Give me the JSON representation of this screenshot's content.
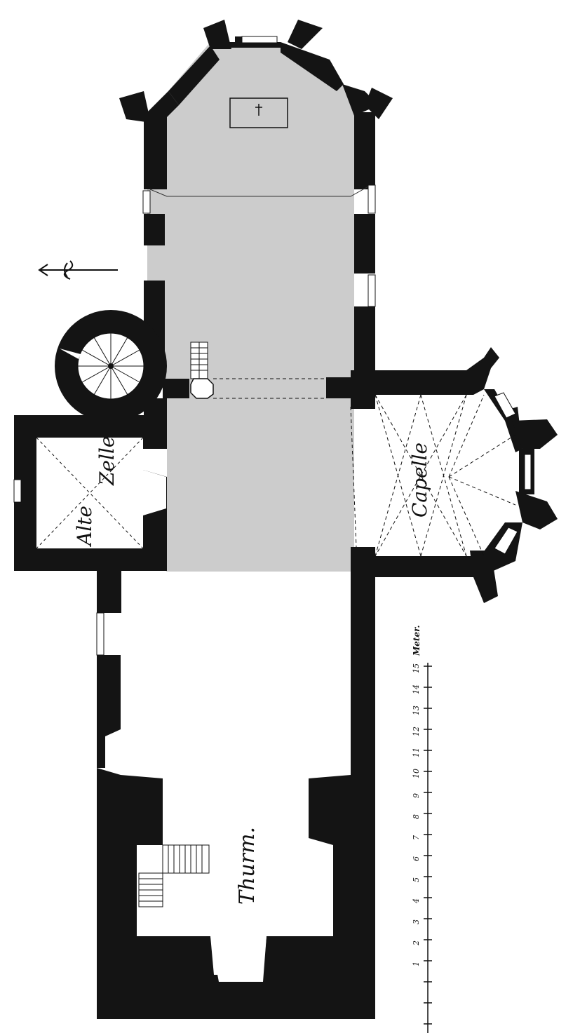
{
  "colors": {
    "wall": "#141414",
    "highlight": "#cccccc",
    "paper": "#ffffff",
    "ink": "#111111"
  },
  "labels": {
    "alte_zelle_1": "Alte",
    "alte_zelle_2": "Zelle",
    "capelle": "Capelle",
    "thurm": "Thurm."
  },
  "scale_bar": {
    "unit": "Meter.",
    "ticks": [
      "1",
      "2",
      "3",
      "4",
      "5",
      "6",
      "7",
      "8",
      "9",
      "10",
      "11",
      "12",
      "13",
      "14",
      "15"
    ]
  },
  "icons": {
    "north_arrow": "north-arrow-icon",
    "grave_cross": "cross-icon"
  }
}
